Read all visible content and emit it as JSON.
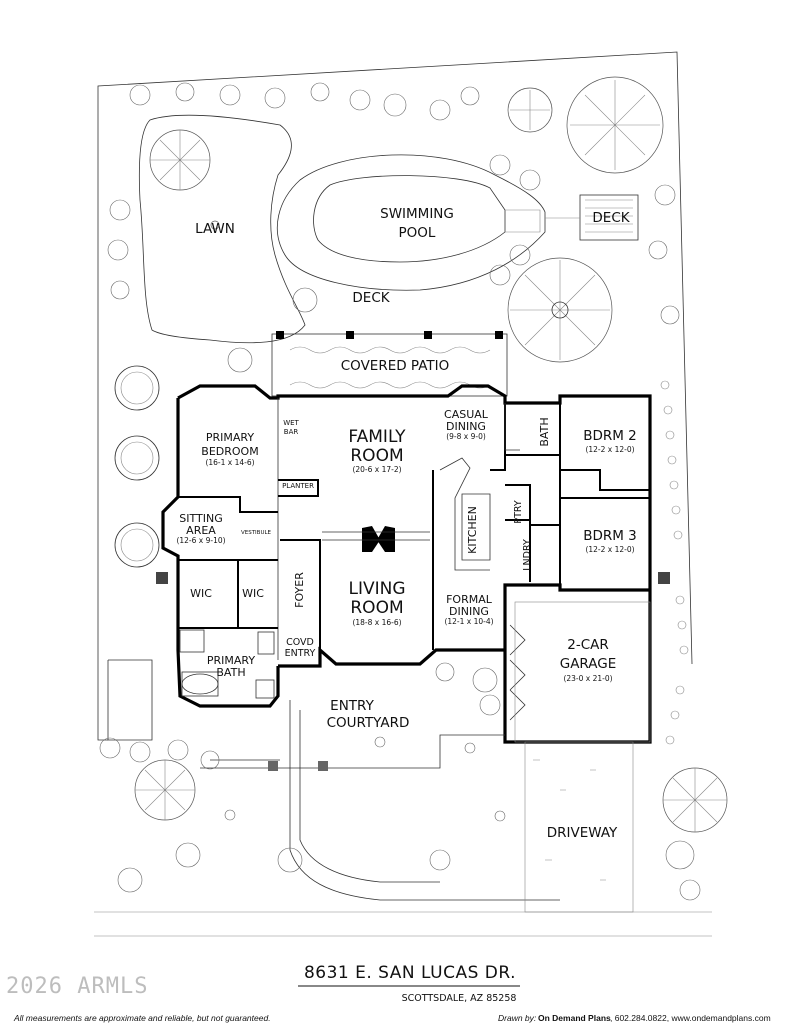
{
  "rooms": {
    "lawn": "LAWN",
    "pool_line1": "SWIMMING",
    "pool_line2": "POOL",
    "deck_right": "DECK",
    "deck_bottom": "DECK",
    "covered_patio": "COVERED PATIO",
    "wet_bar_line1": "WET",
    "wet_bar_line2": "BAR",
    "family_line1": "FAMILY",
    "family_line2": "ROOM",
    "family_dim": "(20-6 x 17-2)",
    "casual_line1": "CASUAL",
    "casual_line2": "DINING",
    "casual_dim": "(9-8 x 9-0)",
    "bath": "BATH",
    "bdrm2": "BDRM 2",
    "bdrm2_dim": "(12-2 x 12-0)",
    "bdrm3": "BDRM 3",
    "bdrm3_dim": "(12-2 x 12-0)",
    "primary_bed_line1": "PRIMARY",
    "primary_bed_line2": "BEDROOM",
    "primary_bed_dim": "(16-1 x 14-6)",
    "planter": "PLANTER",
    "sitting_line1": "SITTING",
    "sitting_line2": "AREA",
    "sitting_dim": "(12-6 x 9-10)",
    "vestibule": "VESTIBULE",
    "kitchen": "KITCHEN",
    "ptry": "PTRY",
    "lndry": "LNDRY",
    "wic_left": "WIC",
    "wic_right": "WIC",
    "foyer": "FOYER",
    "living_line1": "LIVING",
    "living_line2": "ROOM",
    "living_dim": "(18-8 x 16-6)",
    "formal_line1": "FORMAL",
    "formal_line2": "DINING",
    "formal_dim": "(12-1 x 10-4)",
    "garage_line1": "2-CAR",
    "garage_line2": "GARAGE",
    "garage_dim": "(23-0 x 21-0)",
    "covd_line1": "COVD",
    "covd_line2": "ENTRY",
    "primary_bath_line1": "PRIMARY",
    "primary_bath_line2": "BATH",
    "entry_line1": "ENTRY",
    "entry_line2": "COURTYARD",
    "driveway": "DRIVEWAY"
  },
  "address": {
    "street": "8631 E. SAN LUCAS DR.",
    "city": "SCOTTSDALE, AZ 85258"
  },
  "footer": {
    "disclaimer": "All measurements are approximate and reliable, but not guaranteed.",
    "drawn_by_label": "Drawn by:",
    "drawn_by_company": "On Demand Plans",
    "drawn_by_contact": ", 602.284.0822, www.ondemandplans.com"
  },
  "watermark": "2026 ARMLS"
}
